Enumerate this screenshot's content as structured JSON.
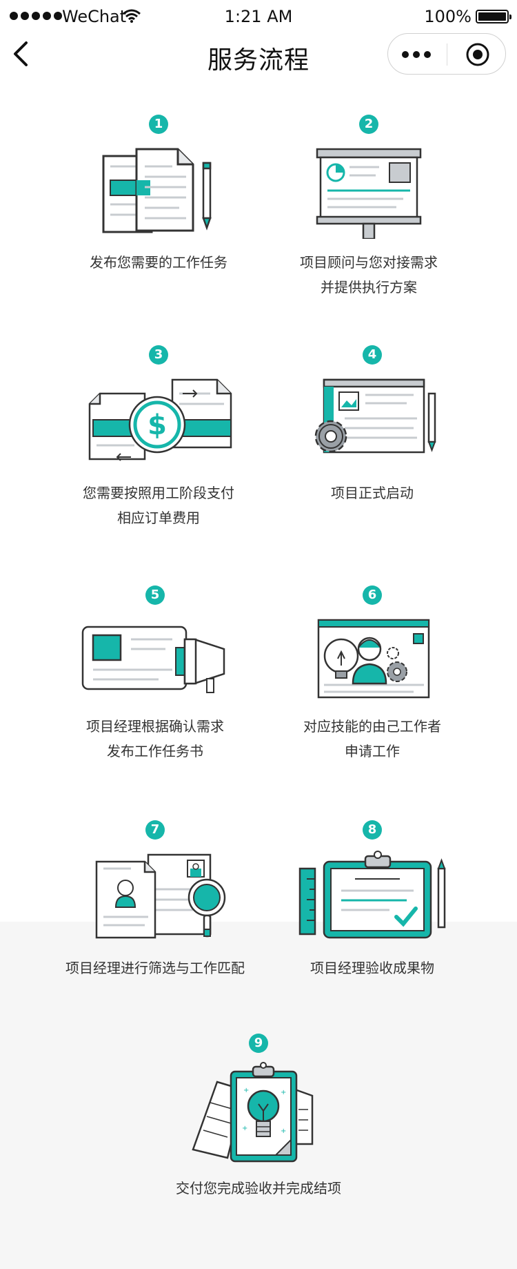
{
  "status_bar": {
    "carrier": "WeChat",
    "time": "1:21 AM",
    "battery": "100%"
  },
  "nav": {
    "title": "服务流程"
  },
  "steps": [
    {
      "num": "1",
      "lines": [
        "发布您需要的工作任务"
      ]
    },
    {
      "num": "2",
      "lines": [
        "项目顾问与您对接需求",
        "并提供执行方案"
      ]
    },
    {
      "num": "3",
      "lines": [
        "您需要按照用工阶段支付",
        "相应订单费用"
      ]
    },
    {
      "num": "4",
      "lines": [
        "项目正式启动"
      ]
    },
    {
      "num": "5",
      "lines": [
        "项目经理根据确认需求",
        "发布工作任务书"
      ]
    },
    {
      "num": "6",
      "lines": [
        "对应技能的由己工作者",
        "申请工作"
      ]
    },
    {
      "num": "7",
      "lines": [
        "项目经理进行筛选与工作匹配"
      ]
    },
    {
      "num": "8",
      "lines": [
        "项目经理验收成果物"
      ]
    },
    {
      "num": "9",
      "lines": [
        "交付您完成验收并完成结项"
      ]
    }
  ],
  "colors": {
    "accent": "#16b6aa",
    "outline": "#333333",
    "grey": "#c8ccd0"
  },
  "icons": [
    "signal-dots-icon",
    "wifi-icon",
    "battery-icon",
    "back-chevron-icon",
    "more-dots-icon",
    "target-close-icon"
  ]
}
